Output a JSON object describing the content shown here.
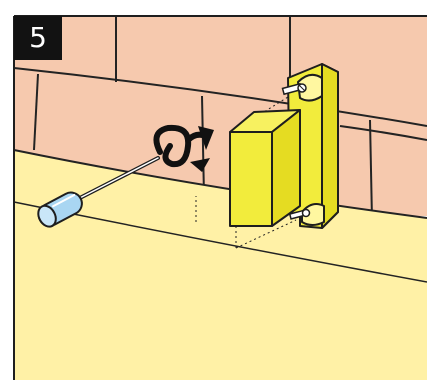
{
  "step": {
    "number": "5"
  },
  "colors": {
    "wall_tile": "#f6c9ae",
    "tile_edge": "#232323",
    "shelf_top": "#fff1a6",
    "bracket": "#f2ec3c",
    "screwdriver_handle": "#a9d6f2",
    "badge_bg": "#121212",
    "arrow": "#111111"
  },
  "illustration": {
    "elements": [
      "tiled-wall",
      "shelf-board",
      "yellow-bracket",
      "bracket-screw-top",
      "bracket-screw-bottom",
      "screwdriver",
      "rotation-arrow-icon"
    ]
  }
}
